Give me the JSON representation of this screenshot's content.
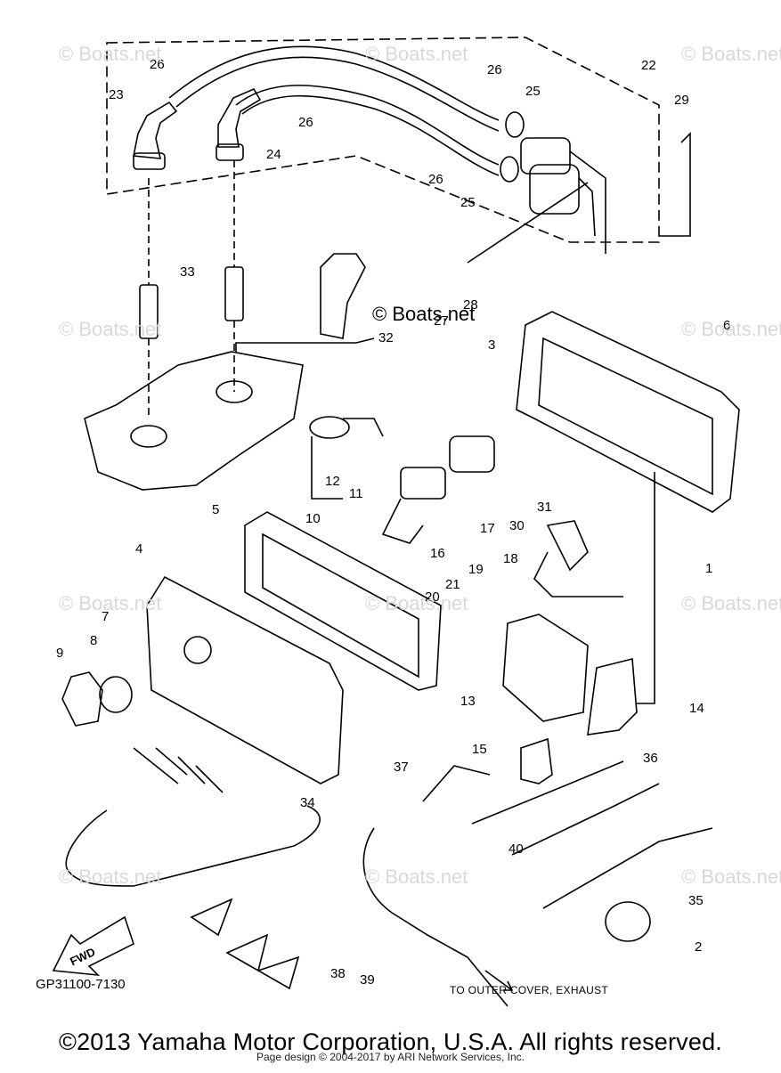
{
  "diagram": {
    "part_number_code": "GP31100-7130",
    "destination_note": "TO OUTER COVER, EXHAUST",
    "direction_label": "FWD",
    "brand_mark": "© Boats.net",
    "watermark": "© Boats.net",
    "copyright": "©2013 Yamaha Motor Corporation, U.S.A. All rights reserved.",
    "page_design": "Page design © 2004-2017 by ARI Network Services, Inc.",
    "callouts": [
      "1",
      "2",
      "3",
      "4",
      "5",
      "6",
      "7",
      "8",
      "9",
      "10",
      "11",
      "12",
      "13",
      "14",
      "15",
      "16",
      "17",
      "18",
      "19",
      "20",
      "21",
      "22",
      "23",
      "24",
      "25",
      "25",
      "26",
      "26",
      "26",
      "26",
      "27",
      "28",
      "29",
      "30",
      "31",
      "32",
      "33",
      "34",
      "35",
      "36",
      "37",
      "38",
      "39",
      "40"
    ]
  },
  "colors": {
    "line": "#000000",
    "watermark": "#d8d8d8",
    "background": "#ffffff"
  }
}
